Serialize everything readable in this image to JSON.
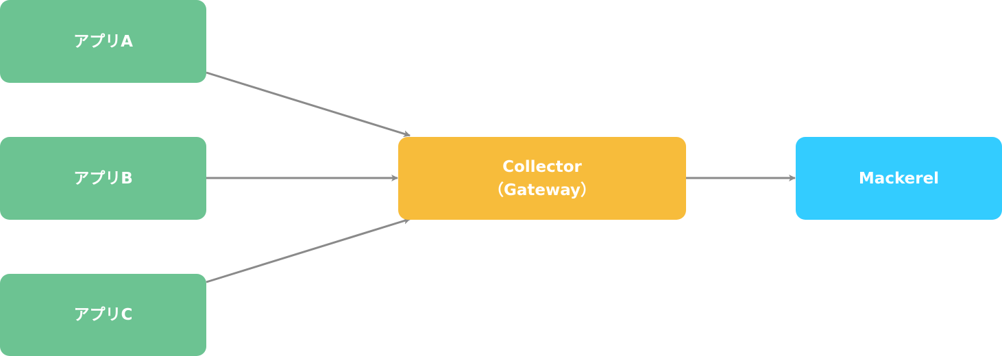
{
  "colors": {
    "app": "#6cc392",
    "collector": "#f7bc3b",
    "mackerel": "#33ccff",
    "edge": "#8a8a8a"
  },
  "nodes": {
    "app_a": {
      "label": "アプリA"
    },
    "app_b": {
      "label": "アプリB"
    },
    "app_c": {
      "label": "アプリC"
    },
    "collector": {
      "label": "Collector\n（Gateway）"
    },
    "mackerel": {
      "label": "Mackerel"
    }
  },
  "edges": [
    {
      "from": "app_a",
      "to": "collector"
    },
    {
      "from": "app_b",
      "to": "collector"
    },
    {
      "from": "app_c",
      "to": "collector"
    },
    {
      "from": "collector",
      "to": "mackerel"
    }
  ]
}
